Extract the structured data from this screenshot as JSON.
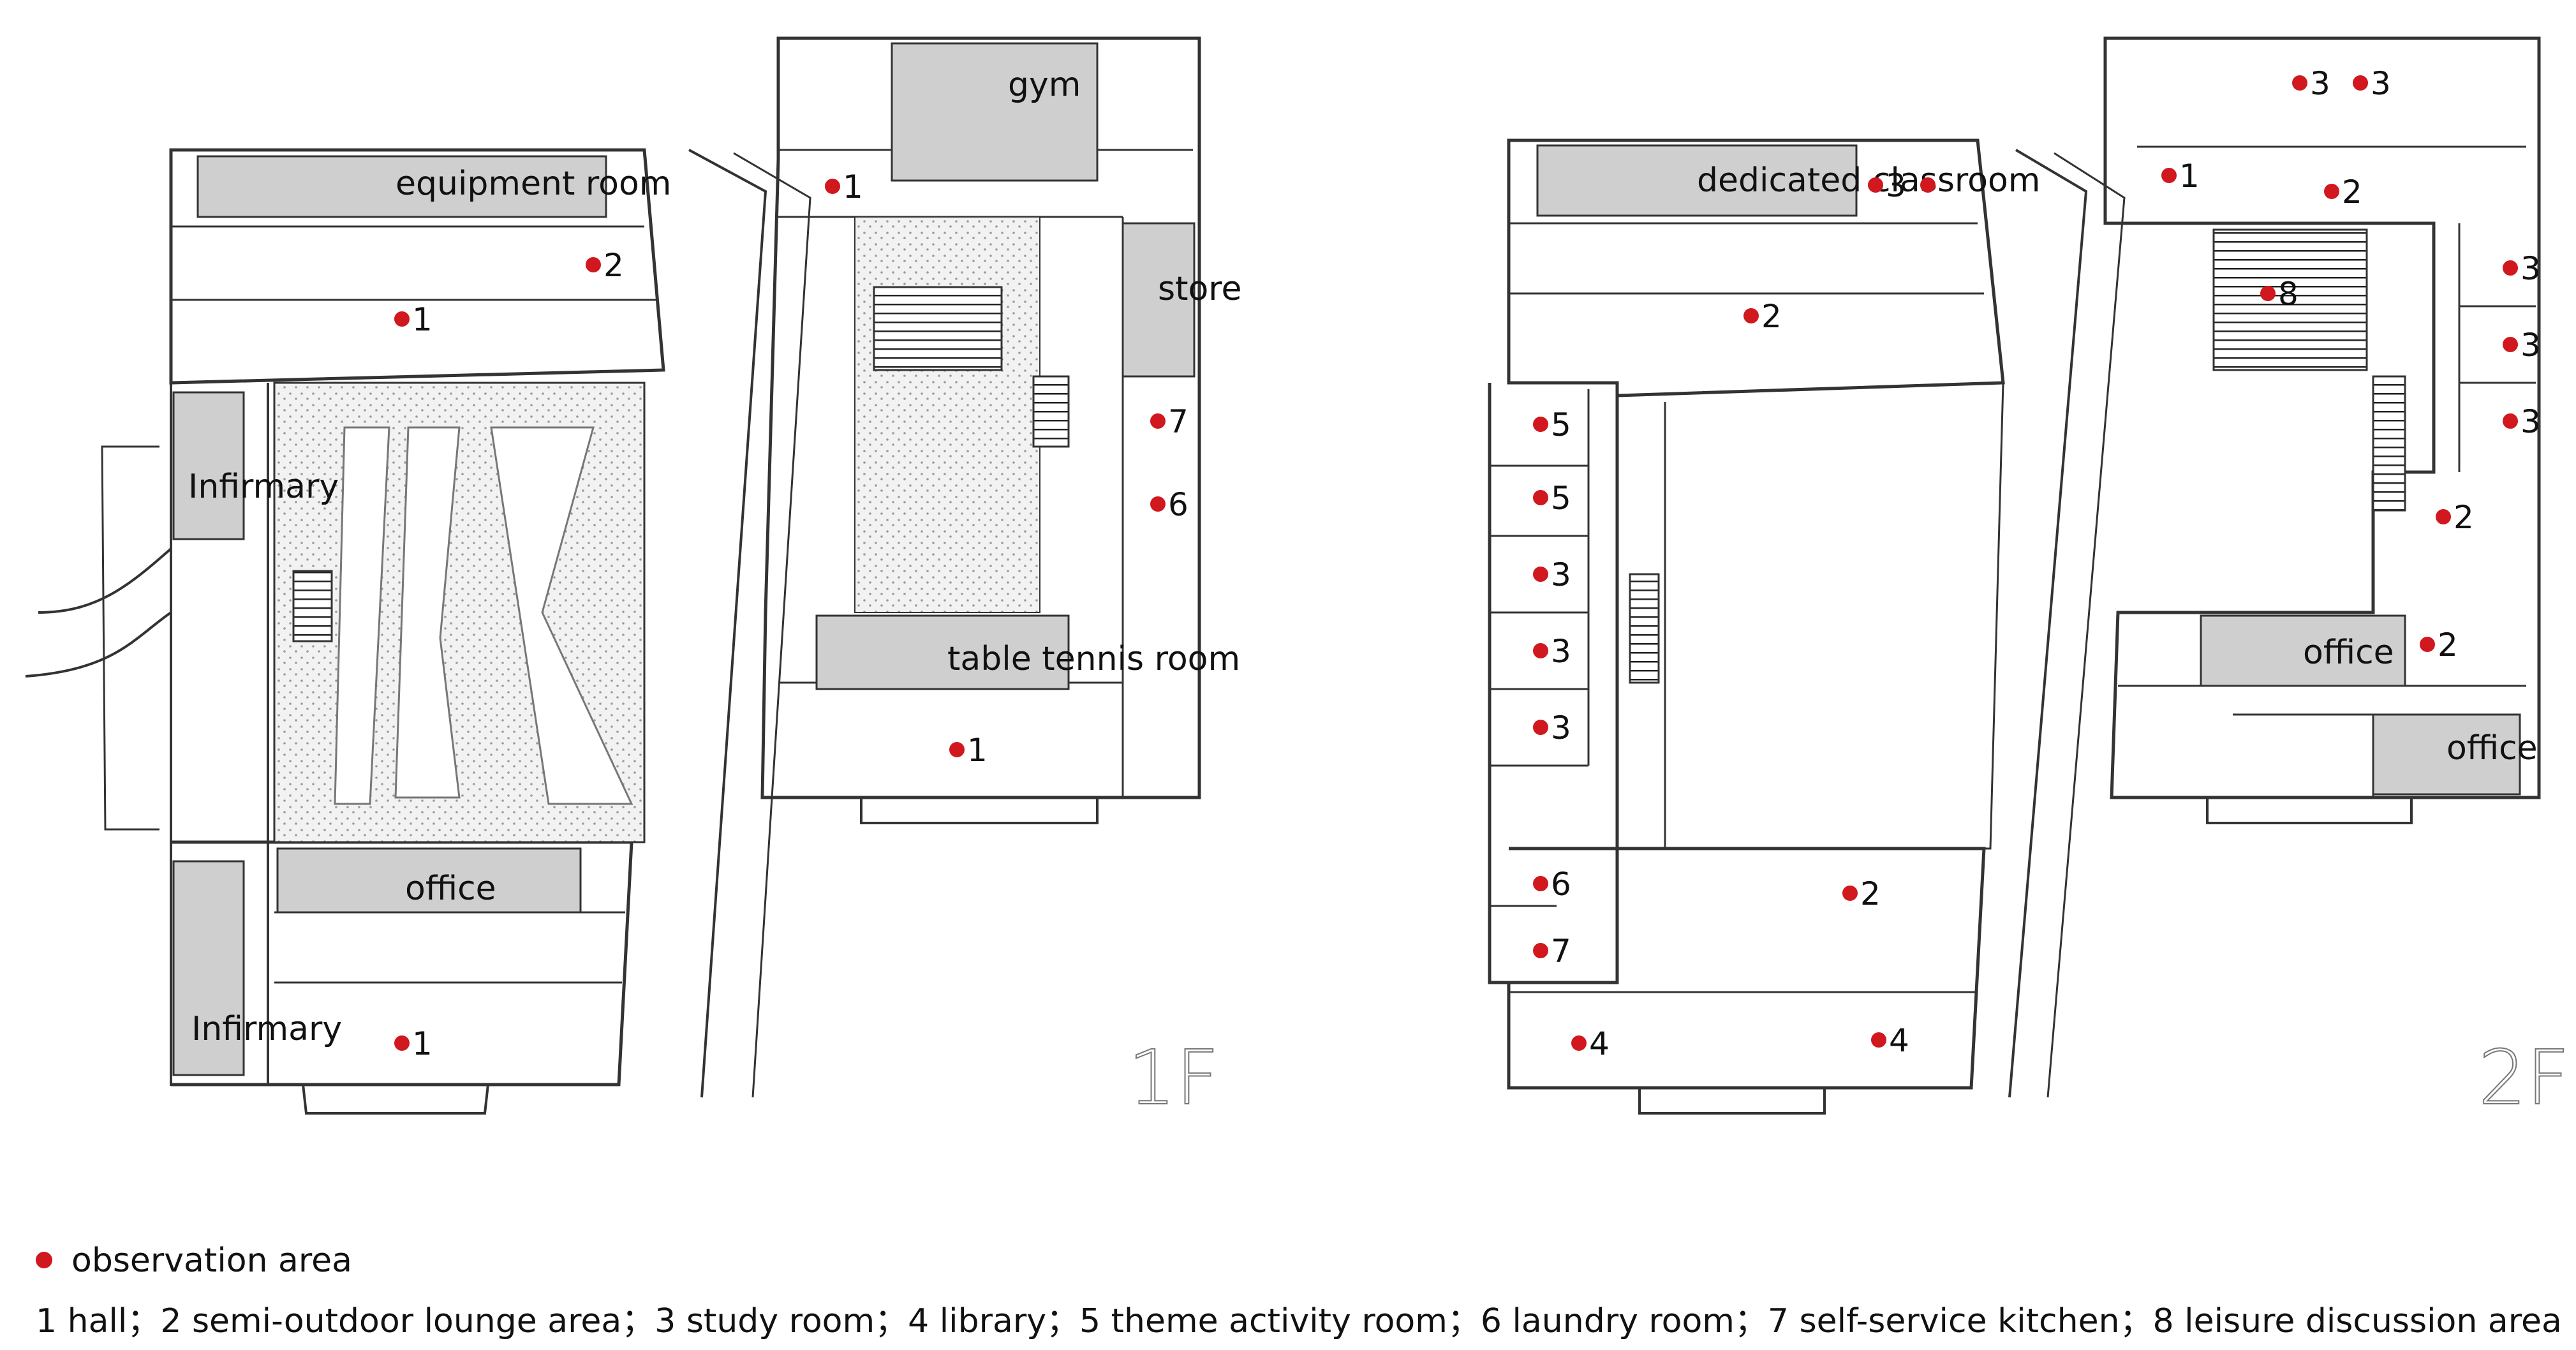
{
  "floors": [
    {
      "id": "1F",
      "label": "1F",
      "rooms": [
        {
          "name": "gym"
        },
        {
          "name": "equipment room"
        },
        {
          "name": "store"
        },
        {
          "name": "Infirmary"
        },
        {
          "name": "table tennis room"
        },
        {
          "name": "office"
        },
        {
          "name": "Infirmary"
        }
      ],
      "markers": [
        "1",
        "2",
        "1",
        "7",
        "6",
        "1",
        "1"
      ]
    },
    {
      "id": "2F",
      "label": "2F",
      "rooms": [
        {
          "name": "dedicated classroom"
        },
        {
          "name": "office"
        },
        {
          "name": "office"
        }
      ],
      "markers": [
        "3",
        "",
        "2",
        "5",
        "5",
        "3",
        "3",
        "3",
        "6",
        "7",
        "2",
        "4",
        "4",
        "3",
        "3",
        "1",
        "2",
        "8",
        "3",
        "3",
        "3",
        "2",
        "2"
      ]
    }
  ],
  "legend": {
    "marker_label": "observation area",
    "key": "1 hall；2 semi-outdoor lounge area；3 study room；4 library；5 theme activity room；6 laundry room；7 self-service kitchen；8 leisure discussion area"
  },
  "colors": {
    "marker": "#d0181e",
    "room_fill": "#cfcfcf",
    "wall": "#333333",
    "hatch": "#e9e9e9"
  }
}
